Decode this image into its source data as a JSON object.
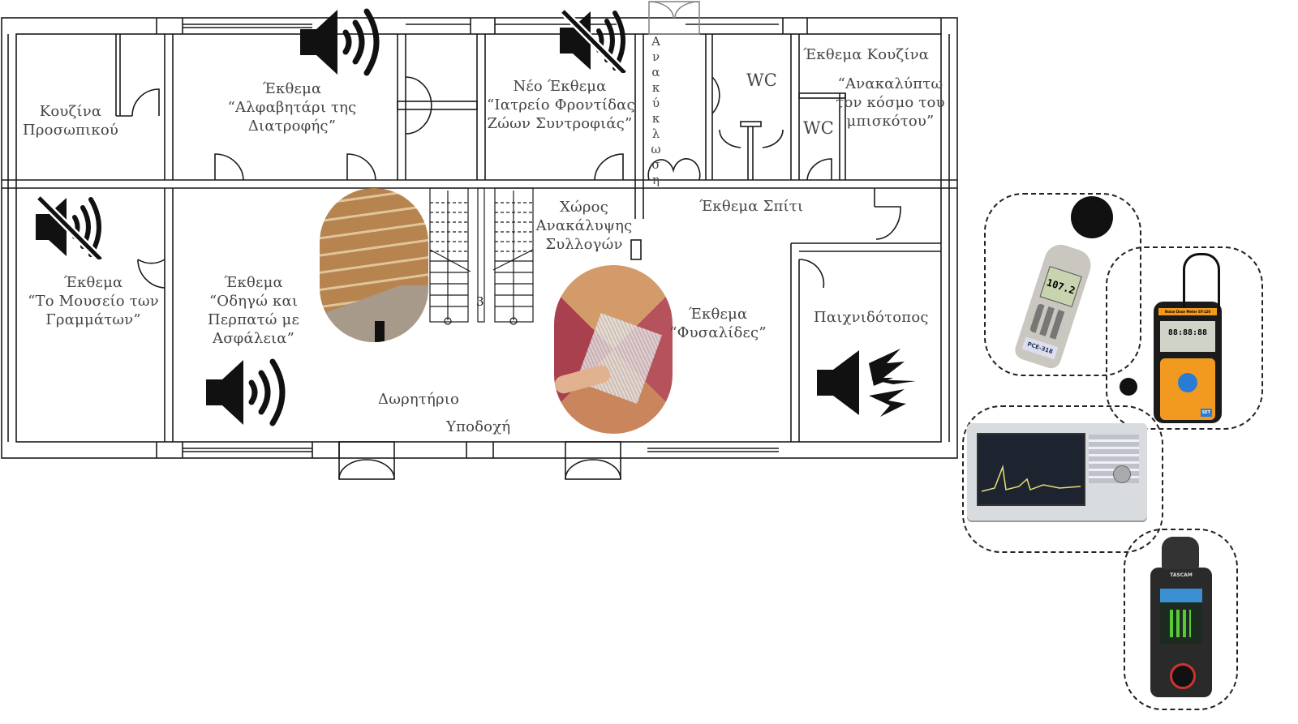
{
  "rooms": {
    "staff_kitchen": [
      "Κουζίνα",
      "Προσωπικού"
    ],
    "alphabet": [
      "Έκθεμα",
      "“Αλφαβητάρι της",
      "Διατροφής”"
    ],
    "vet": [
      "Νέο Έκθεμα",
      "“Ιατρείο Φροντίδας",
      "Ζώων Συντροφιάς”"
    ],
    "recycling": "Ανακύκλωση",
    "wc1": "WC",
    "wc2": "WC",
    "kitchen_exhibit": "Έκθεμα Κουζίνα",
    "biscuit": [
      "“Ανακαλύπτω",
      "τον κόσμο του",
      "μπισκότου”"
    ],
    "letters_museum": [
      "Έκθεμα",
      "“Το Μουσείο των",
      "Γραμμάτων”"
    ],
    "road_safety": [
      "Έκθεμα",
      "“Οδηγώ και",
      "Περπατώ με",
      "Ασφάλεια”"
    ],
    "collections": [
      "Χώρος",
      "Ανακάλυψης",
      "Συλλογών"
    ],
    "home_exhibit": "Έκθεμα Σπίτι",
    "bubbles": [
      "Έκθεμα",
      "“Φυσαλίδες”"
    ],
    "playroom": "Παιχνιδότοπος",
    "gift_shop": "Δωρητήριο",
    "reception": "Υποδοχή",
    "stair_mark": "3"
  },
  "icons": [
    "speaker-loud-icon",
    "speaker-muted-icon",
    "speaker-noise-icon"
  ],
  "devices": {
    "sound_level_meter_reading": "107.2",
    "sound_level_meter_model": "PCE-318",
    "dose_meter_title": "Noise Dose Meter  ST-120",
    "dose_meter_reading": "88:88:88",
    "dose_meter_set": "SET",
    "recorder_brand": "TASCAM"
  },
  "colors": {
    "wall": "#1a1a1a",
    "text": "#444444",
    "cork": "#b98a5a",
    "tile": "#b5525c",
    "orange": "#f29a1f"
  }
}
